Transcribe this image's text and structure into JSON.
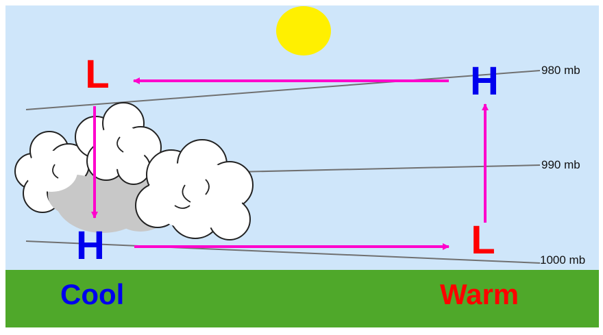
{
  "colors": {
    "sky": "#cfe6fa",
    "ground": "#4fa82a",
    "sun": "#fff000",
    "arrow": "#ff00cc",
    "high": "#0000ee",
    "low": "#ff0000",
    "isobar": "#707070",
    "cloud_shadow": "#c8c8c8"
  },
  "isobars": {
    "top": "980 mb",
    "middle": "990 mb",
    "bottom": "1000 mb"
  },
  "pressure_centers": {
    "upper_left": "L",
    "upper_right": "H",
    "lower_left": "H",
    "lower_right": "L"
  },
  "ground": {
    "cool": "Cool",
    "warm": "Warm"
  },
  "icons": [
    "sun-icon",
    "cloud-icon",
    "arrow-icon"
  ]
}
